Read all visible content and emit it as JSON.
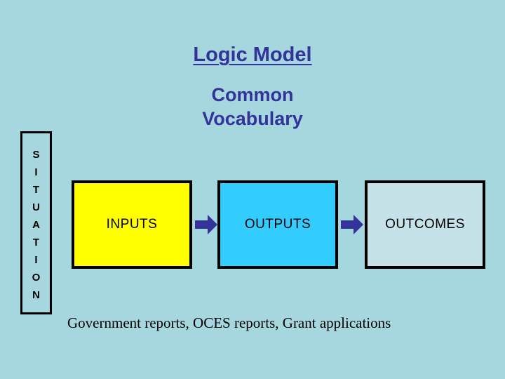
{
  "slide": {
    "background_color": "#a6d7de",
    "title": "Logic Model",
    "subtitle_line1": "Common",
    "subtitle_line2": "Vocabulary",
    "title_color": "#333399"
  },
  "situation": {
    "label": "SITUATION",
    "letters": [
      "S",
      "I",
      "T",
      "U",
      "A",
      "T",
      "I",
      "O",
      "N"
    ],
    "border_color": "#000000"
  },
  "flow": {
    "boxes": [
      {
        "label": "INPUTS",
        "fill": "#ffff00",
        "border": "#000000"
      },
      {
        "label": "OUTPUTS",
        "fill": "#33ccff",
        "border": "#000000"
      },
      {
        "label": "OUTCOMES",
        "fill": "#c5e2e8",
        "border": "#000000"
      }
    ],
    "arrows": [
      {
        "direction": "right",
        "color": "#333399"
      },
      {
        "direction": "right",
        "color": "#333399"
      }
    ]
  },
  "caption": {
    "text": "Government reports, OCES reports, Grant applications"
  }
}
